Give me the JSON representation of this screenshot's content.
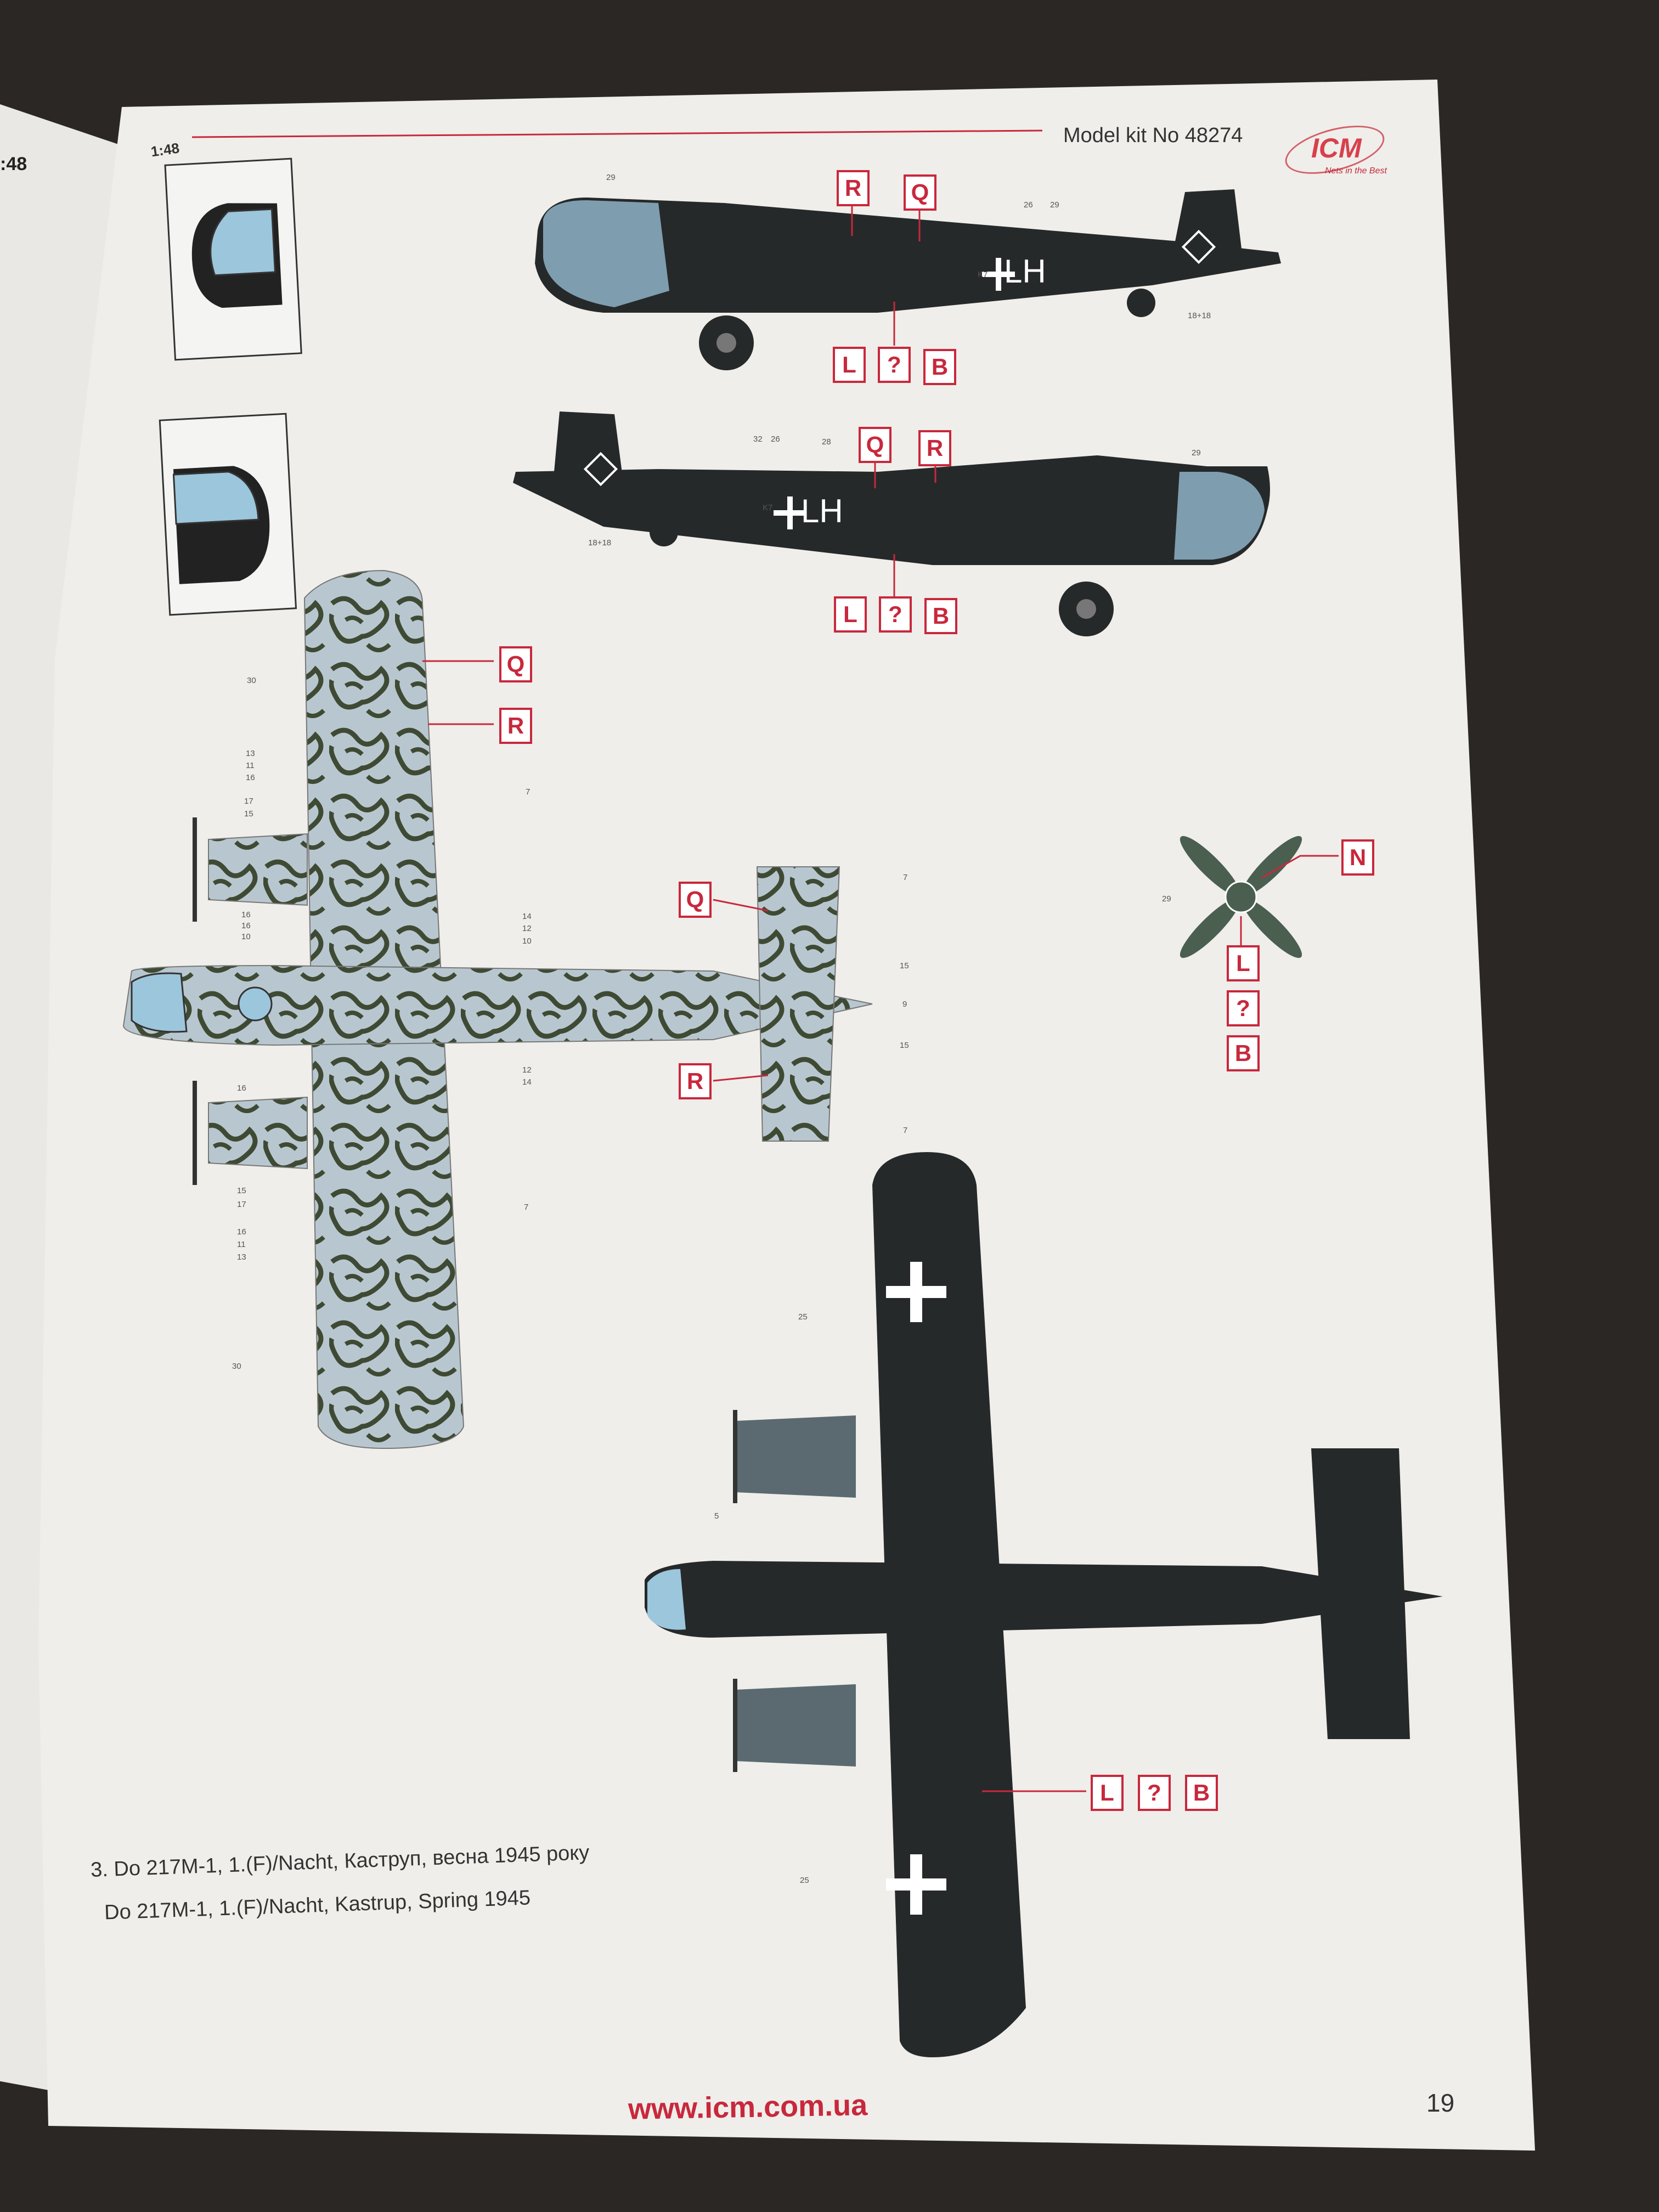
{
  "left_page": {
    "scale": ":48"
  },
  "header": {
    "scale": "1:48",
    "kit_number": "Model kit No 48274",
    "logo": "ICM",
    "logo_tagline": "Nets in the Best"
  },
  "markers": {
    "side_top": [
      "R",
      "Q",
      "L",
      "?",
      "B"
    ],
    "side_bottom": [
      "Q",
      "R",
      "L",
      "?",
      "B"
    ],
    "upper_view": [
      "Q",
      "R",
      "Q",
      "R"
    ],
    "propeller": [
      "N",
      "L",
      "?",
      "B"
    ],
    "lower_view": [
      "L",
      "?",
      "B"
    ]
  },
  "callouts": {
    "side_top": [
      "29",
      "26",
      "29",
      "18+18",
      "K7"
    ],
    "side_bottom": [
      "32",
      "26",
      "28",
      "29",
      "18+18",
      "K7"
    ],
    "upper_view": [
      "30",
      "13",
      "11",
      "16",
      "7",
      "17",
      "15",
      "16",
      "16",
      "10",
      "14",
      "12",
      "10",
      "12",
      "14",
      "16",
      "15",
      "17",
      "7",
      "16",
      "11",
      "13",
      "30",
      "7",
      "15",
      "9",
      "15",
      "7"
    ],
    "propeller": [
      "29"
    ],
    "lower_view": [
      "25",
      "5",
      "25"
    ],
    "fuselage_code": "LH"
  },
  "caption": {
    "line_ua": "3. Do 217M-1, 1.(F)/Nacht, Каструп, весна 1945 року",
    "line_en": "Do 217M-1, 1.(F)/Nacht, Kastrup, Spring 1945"
  },
  "footer": {
    "website": "www.icm.com.ua",
    "page_number": "19"
  },
  "colors": {
    "accent_red": "#c8283c",
    "aircraft_dark": "#26292a",
    "camo_light": "#b8c7cf",
    "camo_green": "#3f4a34",
    "glazing": "#9cc6dc"
  }
}
